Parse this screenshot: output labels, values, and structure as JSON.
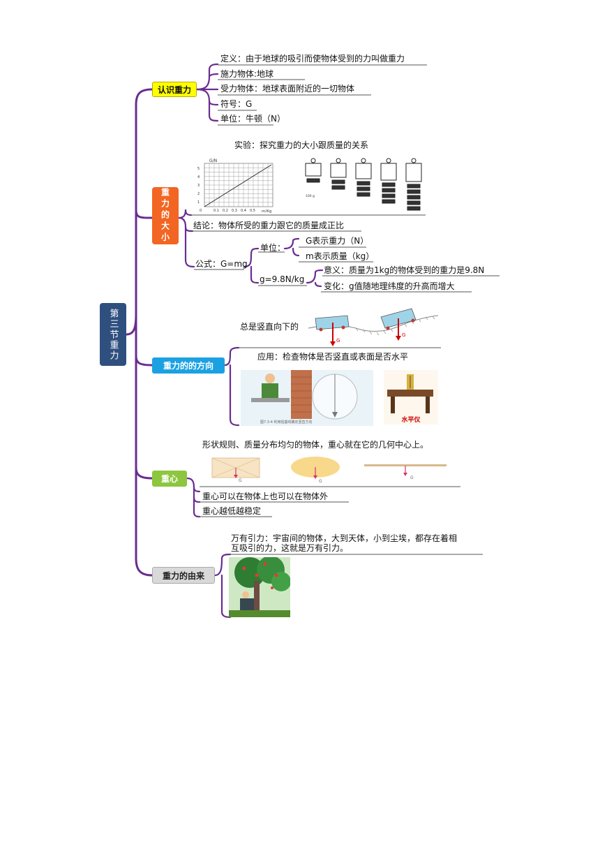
{
  "root": {
    "label": "第三节重力"
  },
  "branches": {
    "recognize": {
      "label": "认识重力",
      "items": [
        "定义：由于地球的吸引而使物体受到的力叫做重力",
        "施力物体:地球",
        "受力物体：地球表面附近的一切物体",
        "符号：G",
        "单位：牛顿（N）"
      ]
    },
    "size": {
      "label": "重力的大小",
      "experiment_title": "实验：探究重力的大小跟质量的关系",
      "conclusion": "结论：物体所受的重力跟它的质量成正比",
      "formula": "公式：G=mg",
      "unit_label": "单位：",
      "units": [
        "G表示重力（N）",
        "m表示质量（kg）"
      ],
      "g_label": "g=9.8N/kg",
      "g_items": [
        "意义：质量为1kg的物体受到的重力是9.8N",
        "变化：g值随地理纬度的升高而增大"
      ],
      "graph": {
        "ylabel": "G/N",
        "xlabel": "m/Kg",
        "yticks": [
          "5",
          "4",
          "3",
          "2",
          "1"
        ],
        "xticks": [
          "0",
          "0.1",
          "0.2",
          "0.3",
          "0.4",
          "0.5"
        ]
      },
      "spring_caption": "100 g"
    },
    "direction": {
      "label": "重力的的方向",
      "always": "总是竖直向下的",
      "application": "应用：检查物体是否竖直或表面是否水平",
      "fig_caption": "图7.3-4  利用铅垂线确定竖直方向",
      "level_caption": "水平仪",
      "g_marks": [
        "G",
        "G"
      ]
    },
    "center": {
      "label": "重心",
      "regular": "形状规则、质量分布均匀的物体，重心就在它的几何中心上。",
      "items": [
        "重心可以在物体上也可以在物体外",
        "重心越低越稳定"
      ],
      "g_marks": [
        "G",
        "G",
        "G"
      ]
    },
    "origin": {
      "label": "重力的由来",
      "text_lines": [
        "万有引力：宇宙间的物体，大到天体，小到尘埃，都存在着相",
        "互吸引的力，这就是万有引力。"
      ]
    }
  },
  "colors": {
    "line": "#6a2c91",
    "root": "#2f4f7f",
    "recognize": "#ffff00",
    "size": "#f26522",
    "direction": "#1ba1e2",
    "center": "#8dc63f",
    "origin": "#d9d9d9"
  }
}
